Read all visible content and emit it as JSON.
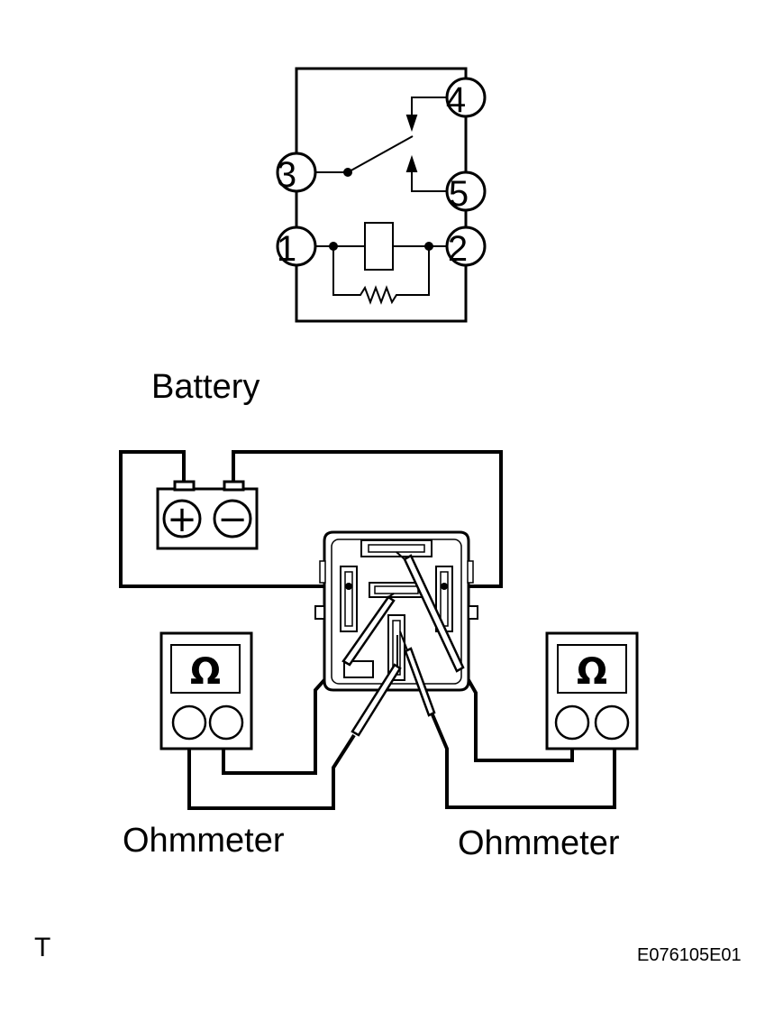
{
  "relay_schematic": {
    "terminals": [
      "1",
      "2",
      "3",
      "4",
      "5"
    ]
  },
  "labels": {
    "battery": "Battery",
    "ohmmeter_left": "Ohmmeter",
    "ohmmeter_right": "Ohmmeter",
    "corner_mark": "T",
    "figure_code": "E076105E01"
  },
  "battery_symbols": {
    "positive": "+",
    "negative": "−"
  },
  "meter_symbol": "Ω"
}
